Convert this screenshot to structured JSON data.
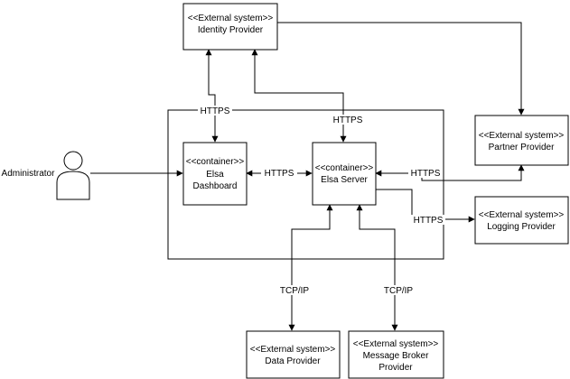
{
  "nodes": {
    "identity_provider": {
      "stereotype": "<<External system>>",
      "name": "Identity Provider"
    },
    "partner_provider": {
      "stereotype": "<<External system>>",
      "name": "Partner Provider"
    },
    "logging_provider": {
      "stereotype": "<<External system>>",
      "name": "Logging Provider"
    },
    "elsa_dashboard": {
      "stereotype": "<<container>>",
      "name_line1": "Elsa",
      "name_line2": "Dashboard"
    },
    "elsa_server": {
      "stereotype": "<<container>>",
      "name": "Elsa Server"
    },
    "data_provider": {
      "stereotype": "<<External system>>",
      "name": "Data Provider"
    },
    "message_broker_provider": {
      "stereotype": "<<External system>>",
      "name_line1": "Message Broker",
      "name_line2": "Provider"
    }
  },
  "actor": {
    "name": "Administrator"
  },
  "edges": {
    "idp_dashboard": "HTTPS",
    "idp_server": "HTTPS",
    "dashboard_server": "HTTPS",
    "server_partner": "HTTPS",
    "server_logging": "HTTPS",
    "server_data": "TCP/IP",
    "server_broker": "TCP/IP"
  }
}
